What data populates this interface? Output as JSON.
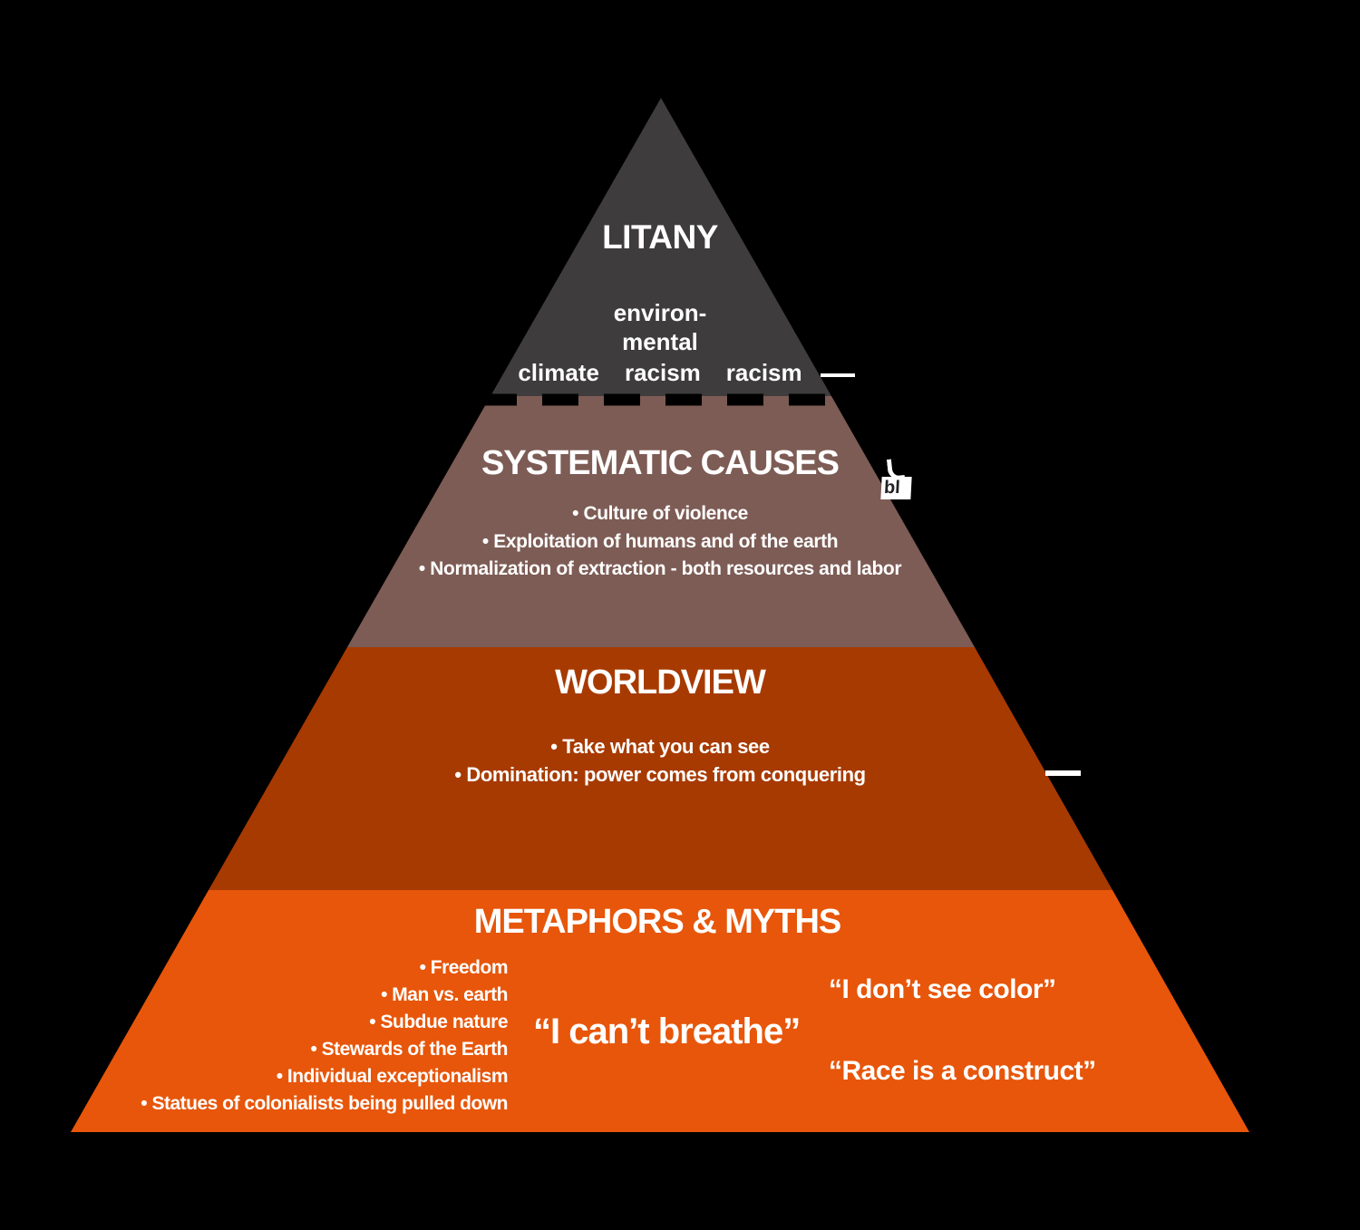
{
  "page": {
    "background": "#000000"
  },
  "pyramid": {
    "divider_color": "#000000",
    "layers": [
      {
        "id": "litany",
        "title": "LITANY",
        "color": "#3E3C3D",
        "examples": {
          "environmental_line1": "environ-",
          "environmental_line2": "mental",
          "left": "climate",
          "middle": "racism",
          "right": "racism"
        }
      },
      {
        "id": "systematic-causes",
        "title": "SYSTEMATIC CAUSES",
        "color": "#7D5C55",
        "bullets": [
          "• Culture of violence",
          "• Exploitation of humans and of the earth",
          "• Normalization of extraction - both resources and labor"
        ]
      },
      {
        "id": "worldview",
        "title": "WORLDVIEW",
        "color": "#A73A01",
        "bullets": [
          "• Take what you can see",
          "• Domination: power comes from conquering"
        ]
      },
      {
        "id": "metaphors-myths",
        "title": "METAPHORS & MYTHS",
        "color": "#E7560A",
        "bullets": [
          "• Freedom",
          "• Man vs. earth",
          "• Subdue nature",
          "• Stewards of the Earth",
          "• Individual exceptionalism",
          "• Statues of colonialists being pulled down"
        ],
        "quotes": {
          "large": "“I can’t breathe”",
          "upper": "“I don’t see color”",
          "lower": "“Race is a construct”"
        }
      }
    ]
  },
  "annotations": {
    "callout_color": "#FFFFFF",
    "fragment_text": "bl"
  }
}
